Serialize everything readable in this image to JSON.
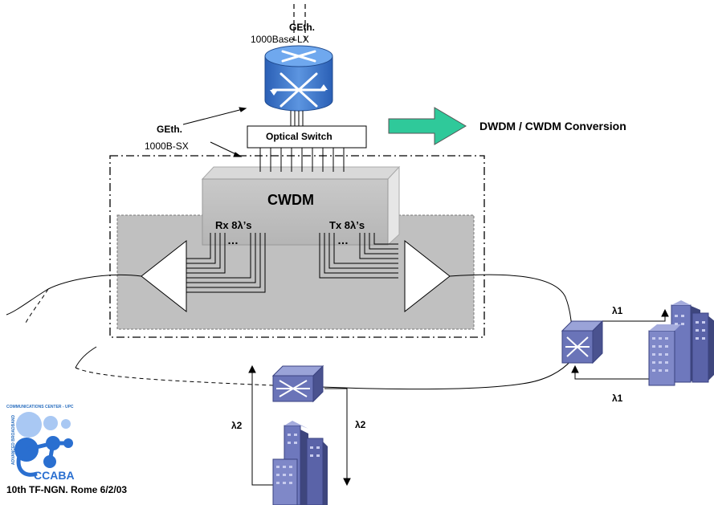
{
  "labels": {
    "geth_top": "GEth.",
    "base_lx": "1000Base-LX",
    "geth_mid": "GEth.",
    "b_sx": "1000B-SX",
    "optical_switch": "Optical Switch",
    "conversion": "DWDM / CWDM Conversion",
    "cwdm": "CWDM",
    "rx": "Rx 8λ’s",
    "tx": "Tx 8λ’s",
    "dots_rx": "…",
    "dots_tx": "…",
    "lambda1_top": "λ1",
    "lambda1_bottom": "λ1",
    "lambda2_left": "λ2",
    "lambda2_right": "λ2",
    "footer": "10th TF-NGN. Rome 6/2/03"
  },
  "logo": {
    "top_text": "COMMUNICATIONS CENTER - UPC",
    "side_text": "ADVANCED BROADBAND",
    "word": "CCABA"
  },
  "colors": {
    "switch_blue": "#3d74c9",
    "arrow_green": "#2fc99a",
    "cwdm_box": "#bdbdbd",
    "panel_gray": "#bfbfbf",
    "building_blue": "#5a63a8",
    "logo_blue": "#2a6fd0"
  }
}
